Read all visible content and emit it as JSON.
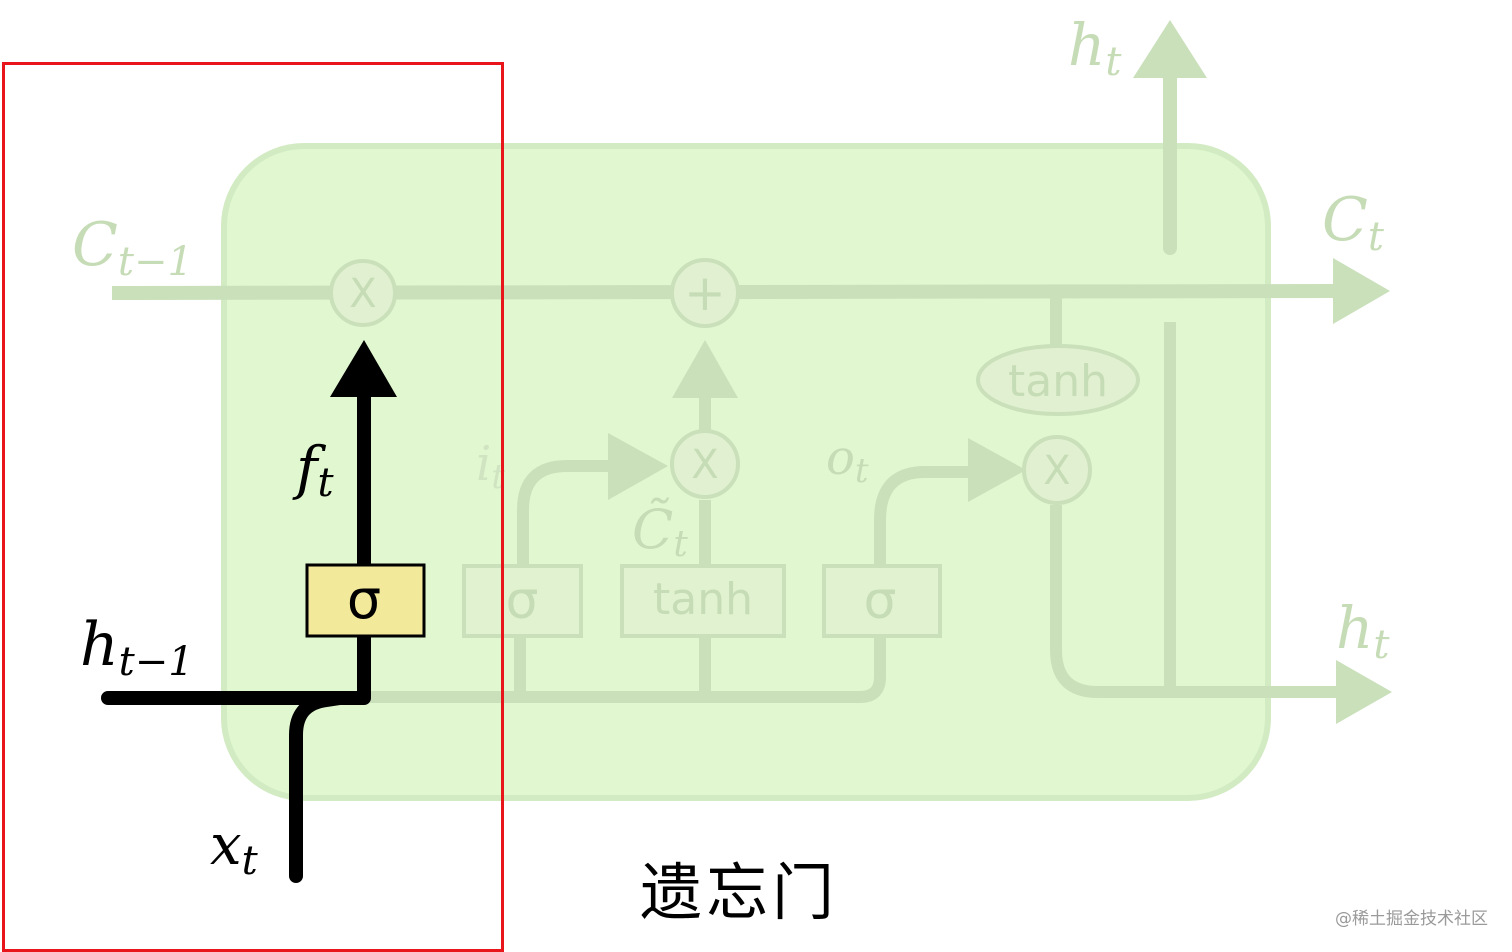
{
  "figure": {
    "caption": "遗忘门",
    "watermark": "@稀土掘金技术社区",
    "highlighted_component": "forget gate",
    "colors": {
      "cell_background": "#e0f7d0",
      "cell_border": "#d2ebc2",
      "faded_stroke": "#c9e0ba",
      "faded_text": "#c6dcb6",
      "active_stroke": "#000000",
      "sigma_box_fill": "#f3e99b",
      "highlight_box": "#e8161b"
    }
  },
  "labels": {
    "c_prev": {
      "base": "C",
      "sub": "t−1"
    },
    "c_next": {
      "base": "C",
      "sub": "t"
    },
    "h_prev": {
      "base": "h",
      "sub": "t−1"
    },
    "h_out_top": {
      "base": "h",
      "sub": "t"
    },
    "h_out_right": {
      "base": "h",
      "sub": "t"
    },
    "x_in": {
      "base": "x",
      "sub": "t"
    },
    "f_gate": {
      "base": "f",
      "sub": "t"
    },
    "i_gate": {
      "base": "i",
      "sub": "t"
    },
    "o_gate": {
      "base": "o",
      "sub": "t"
    },
    "c_tilde": {
      "base": "C̃",
      "sub": "t"
    }
  },
  "operators": {
    "forget_multiply": "X",
    "input_multiply": "X",
    "cell_add": "+",
    "output_multiply": "X"
  },
  "layers": {
    "forget_sigma": "σ",
    "input_sigma": "σ",
    "candidate_tanh": "tanh",
    "output_sigma": "σ",
    "cell_tanh": "tanh"
  }
}
